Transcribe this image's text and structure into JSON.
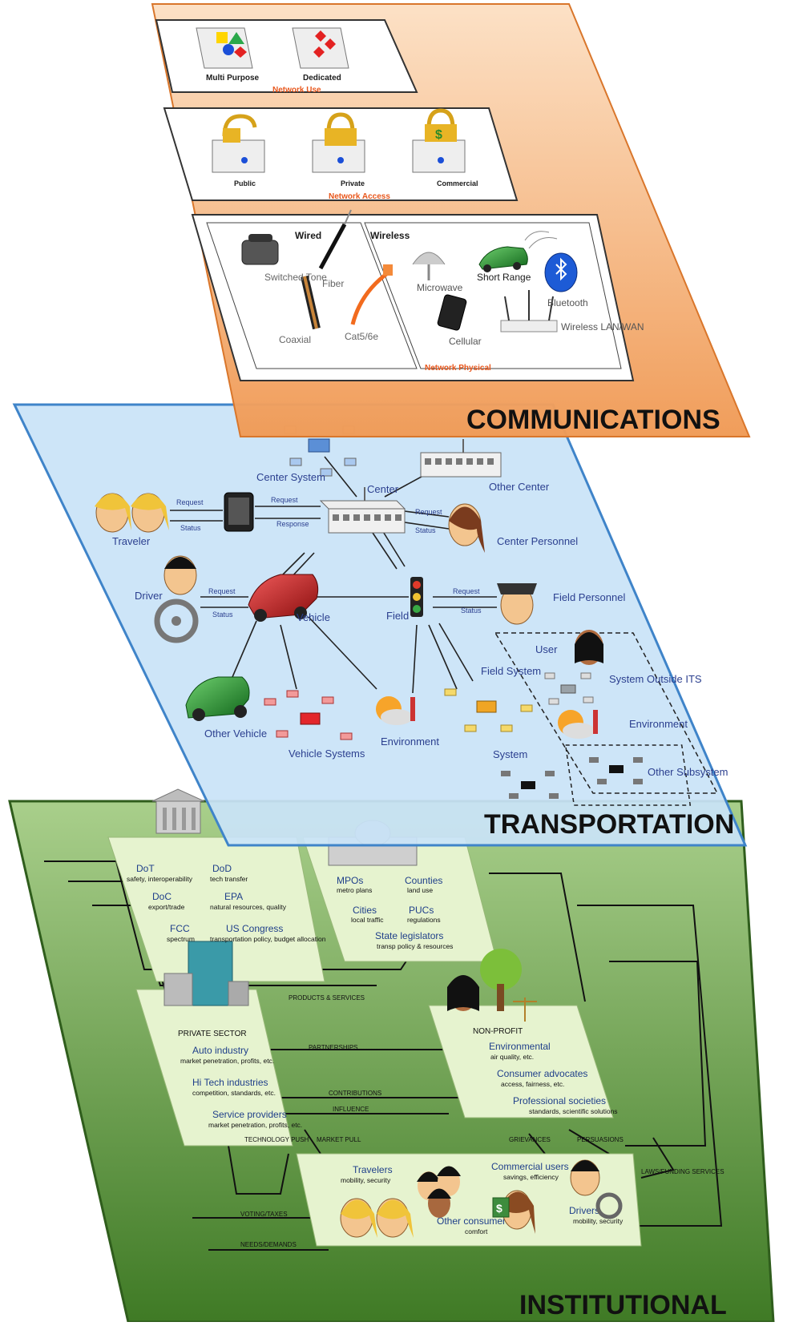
{
  "colors": {
    "communications": "#f2a463",
    "transportation": "#c9e3f7",
    "institutional": "#5e9a3e",
    "label_blue": "#2b3f8f",
    "label_orange": "#e8571c"
  },
  "communications": {
    "title": "COMMUNICATIONS",
    "network_use": {
      "caption": "Network Use",
      "items": [
        "Multi Purpose",
        "Dedicated"
      ]
    },
    "network_access": {
      "caption": "Network Access",
      "items": [
        "Public",
        "Private",
        "Commercial"
      ]
    },
    "network_physical": {
      "caption": "Network Physical",
      "wired": {
        "heading": "Wired",
        "items": [
          "Switched Tone",
          "Fiber",
          "Coaxial",
          "Cat5/6e"
        ]
      },
      "wireless": {
        "heading": "Wireless",
        "items": [
          "Microwave",
          "Short Range",
          "Bluetooth",
          "Cellular",
          "Wireless LAN/WAN"
        ]
      }
    }
  },
  "transportation": {
    "title": "TRANSPORTATION",
    "nodes": {
      "center_system": "Center System",
      "center": "Center",
      "other_center": "Other Center",
      "traveler": "Traveler",
      "center_personnel": "Center Personnel",
      "driver": "Driver",
      "vehicle": "Vehicle",
      "field": "Field",
      "field_personnel": "Field Personnel",
      "other_vehicle": "Other Vehicle",
      "vehicle_systems": "Vehicle Systems",
      "environment": "Environment",
      "field_system": "Field System",
      "system": "System",
      "user": "User",
      "system_outside": "System Outside ITS",
      "environment_2": "Environment",
      "other_subsystem": "Other Subsystem"
    },
    "flows": {
      "request": "Request",
      "status": "Status",
      "response": "Response"
    }
  },
  "institutional": {
    "title": "INSTITUTIONAL",
    "federal": [
      {
        "name": "DoT",
        "note": "safety, interoperability"
      },
      {
        "name": "DoD",
        "note": "tech transfer"
      },
      {
        "name": "DoC",
        "note": "export/trade"
      },
      {
        "name": "EPA",
        "note": "natural resources, quality"
      },
      {
        "name": "FCC",
        "note": "spectrum"
      },
      {
        "name": "US Congress",
        "note": "transportation policy, budget allocation"
      }
    ],
    "local": [
      {
        "name": "MPOs",
        "note": "metro plans"
      },
      {
        "name": "Counties",
        "note": "land use"
      },
      {
        "name": "Cities",
        "note": "local traffic"
      },
      {
        "name": "PUCs",
        "note": "regulations"
      },
      {
        "name": "State legislators",
        "note": "transp policy & resources"
      }
    ],
    "private": {
      "heading": "PRIVATE SECTOR",
      "items": [
        {
          "name": "Auto industry",
          "note": "market penetration, profits, etc."
        },
        {
          "name": "Hi Tech industries",
          "note": "competition, standards, etc."
        },
        {
          "name": "Service providers",
          "note": "market penetration, profits, etc."
        }
      ]
    },
    "nonprofit": {
      "heading": "NON-PROFIT",
      "items": [
        {
          "name": "Environmental",
          "note": "air quality, etc."
        },
        {
          "name": "Consumer advocates",
          "note": "access, fairness, etc."
        },
        {
          "name": "Professional societies",
          "note": "standards, scientific solutions"
        }
      ]
    },
    "users": [
      {
        "name": "Travelers",
        "note": "mobility, security"
      },
      {
        "name": "Commercial users",
        "note": "savings, efficiency"
      },
      {
        "name": "Other consumers",
        "note": "comfort"
      },
      {
        "name": "Drivers",
        "note": "mobility, security"
      }
    ],
    "flows": {
      "products": "PRODUCTS & SERVICES",
      "partnerships": "PARTNERSHIPS",
      "contributions": "CONTRIBUTIONS",
      "influence": "INFLUENCE",
      "technology_push": "TECHNOLOGY PUSH",
      "market_pull": "MARKET PULL",
      "grievances": "GRIEVANCES",
      "persuasions": "PERSUASIONS",
      "voting": "VOTING/TAXES",
      "needs": "NEEDS/DEMANDS",
      "laws": "LAWS/FUNDING SERVICES"
    }
  }
}
